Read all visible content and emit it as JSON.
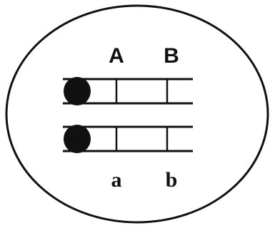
{
  "diagram": {
    "upper_labels": [
      "A",
      "B"
    ],
    "lower_labels": [
      "a",
      "b"
    ],
    "colors": {
      "stroke": "#111111",
      "fill": "#111111",
      "background": "#ffffff"
    }
  }
}
